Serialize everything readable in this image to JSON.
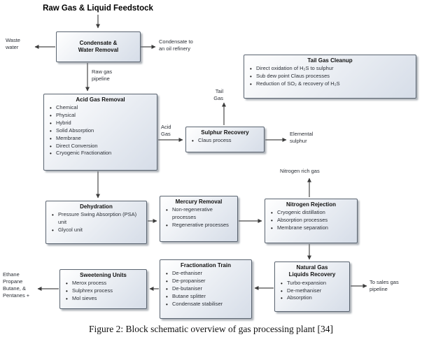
{
  "feedstock_label": "Raw Gas & Liquid Feedstock",
  "boxes": {
    "condensate_water_removal": {
      "title": "Condensate &\nWater Removal",
      "items": []
    },
    "tail_gas_cleanup": {
      "title": "Tail Gas Cleanup",
      "items": [
        "Direct oxidation of H₂S to sulphur",
        "Sub dew point Claus processes",
        "Reduction of SO₂ & recovery of H₂S"
      ]
    },
    "acid_gas_removal": {
      "title": "Acid Gas Removal",
      "items": [
        "Chemical",
        "Physical",
        "Hybrid",
        "Solid Absorption",
        "Membrane",
        "Direct Conversion",
        "Cryogenic Fractionation"
      ]
    },
    "sulphur_recovery": {
      "title": "Sulphur Recovery",
      "items": [
        "Claus process"
      ]
    },
    "dehydration": {
      "title": "Dehydration",
      "items": [
        "Pressure Swing Absorption (PSA) unit",
        "Glycol unit"
      ]
    },
    "mercury_removal": {
      "title": "Mercury Removal",
      "items": [
        "Non-regenerative processes",
        "Regenerative processes"
      ]
    },
    "nitrogen_rejection": {
      "title": "Nitrogen Rejection",
      "items": [
        "Cryogenic distillation",
        "Absorption processes",
        "Membrane separation"
      ]
    },
    "natural_gas_liquids_recovery": {
      "title": "Natural Gas\nLiquids Recovery",
      "items": [
        "Turbo-expansion",
        "De-methaniser",
        "Absorption"
      ]
    },
    "fractionation_train": {
      "title": "Fractionation Train",
      "items": [
        "De-ethaniser",
        "De-propaniser",
        "De-butaniser",
        "Butane splitter",
        "Condensate stabiliser"
      ]
    },
    "sweetening_units": {
      "title": "Sweetening Units",
      "items": [
        "Merox process",
        "Sulphrex process",
        "Mol sieves"
      ]
    }
  },
  "stream_labels": {
    "waste_water": "Waste\nwater",
    "condensate_to_refinery": "Condensate to\nan oil refinery",
    "raw_gas_pipeline": "Raw gas\npipeline",
    "acid_gas": "Acid\nGas",
    "tail_gas": "Tail\nGas",
    "elemental_sulphur": "Elemental\nsulphur",
    "nitrogen_rich_gas": "Nitrogen rich gas",
    "to_sales_gas_pipeline": "To sales gas\npipeline",
    "ngl_products": "Ethane\nPropane\nButane, &\nPentanes +"
  },
  "caption": "Figure 2:  Block schematic overview of gas processing plant [34]",
  "colors": {
    "box_border": "#5a6470",
    "arrow": "#3c3c3c"
  }
}
